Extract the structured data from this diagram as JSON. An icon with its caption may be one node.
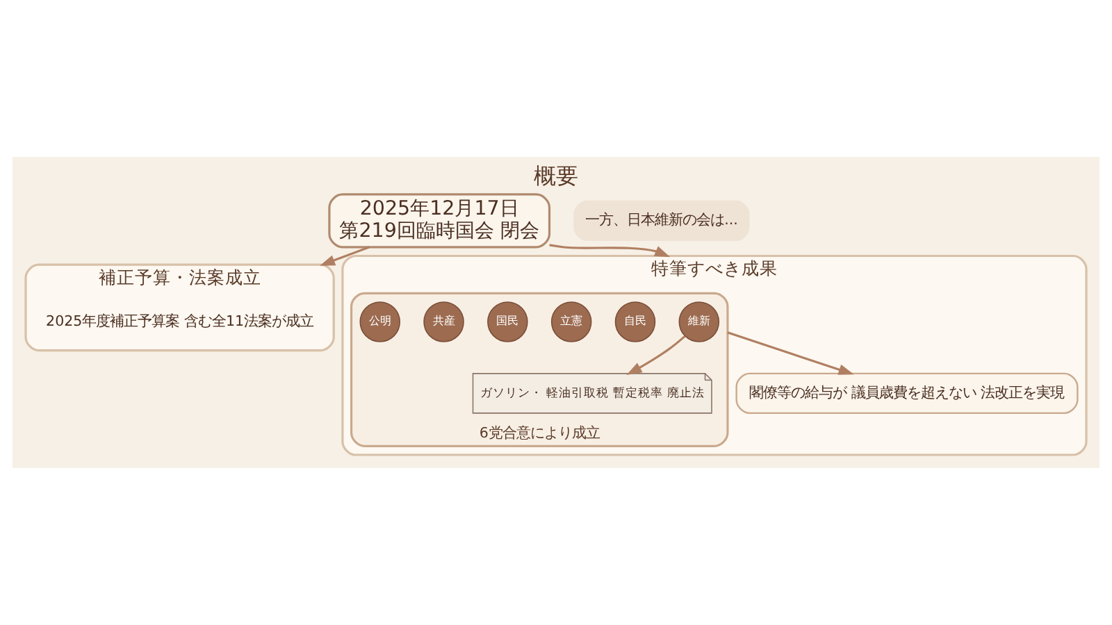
{
  "diagram": {
    "title": "概要",
    "nodes": [
      {
        "text": [
          "2025年12月17日",
          "第219回臨時国会 閉会"
        ]
      },
      {
        "text": [
          "補正予算・法案成立"
        ]
      },
      {
        "text": [
          "2025年度補正予算案 含む全11法案が成立"
        ],
        "in": 1
      },
      {
        "text": [
          "特筆すべき成果"
        ]
      },
      {
        "text": [
          "6党合意により成立"
        ],
        "in": 3
      },
      {
        "text": [
          "維新"
        ],
        "in": 4
      },
      {
        "text": [
          "自民"
        ],
        "in": 4
      },
      {
        "text": [
          "立憲"
        ],
        "in": 4
      },
      {
        "text": [
          "国民"
        ],
        "in": 4
      },
      {
        "text": [
          "共産"
        ],
        "in": 4
      },
      {
        "text": [
          "公明"
        ],
        "in": 4
      },
      {
        "text": [
          "ガソリン・ 軽油引取税 暫定税率 廃止法"
        ],
        "in": 4
      },
      {
        "text": [
          "閣僚等の給与が 議員歳費を超えない 法改正を実現"
        ],
        "in": 3
      },
      {
        "text": [
          "一方、日本維新の会は..."
        ]
      }
    ],
    "edges": [
      {
        "from": 0,
        "to": 1,
        "arrow": "to"
      },
      {
        "from": 0,
        "to": 3,
        "arrow": "to"
      },
      {
        "from": 4,
        "to": 11,
        "arrow": "to"
      },
      {
        "from": 4,
        "to": 12,
        "arrow": "to"
      }
    ]
  }
}
